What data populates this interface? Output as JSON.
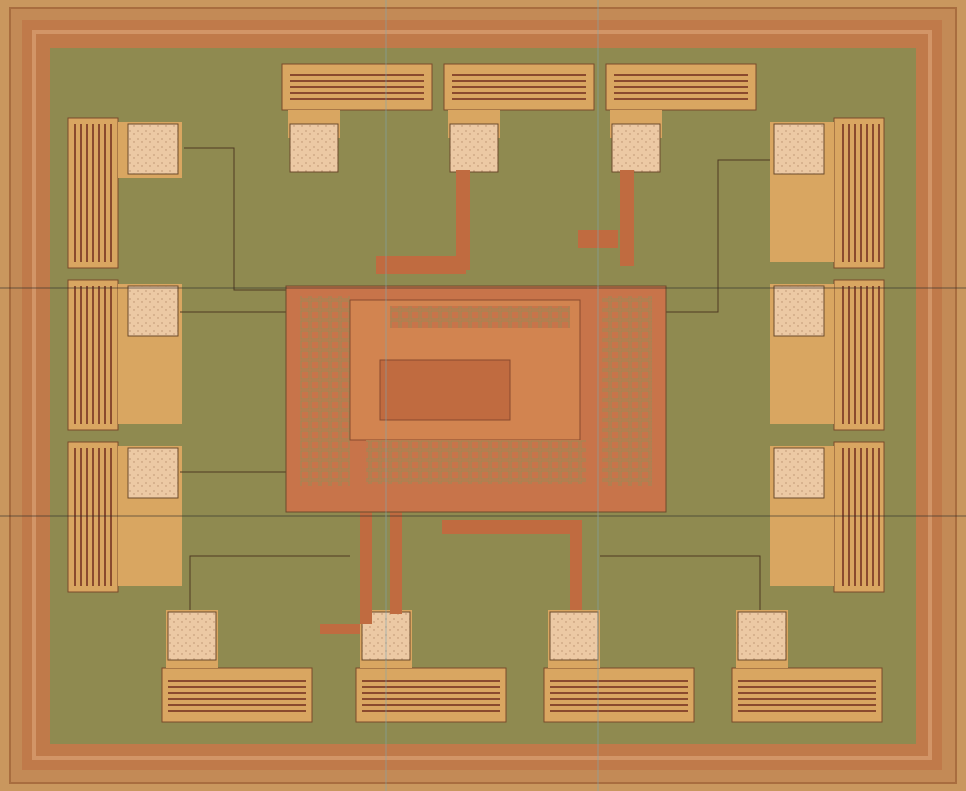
{
  "image": {
    "subject": "chip-die-micrograph",
    "colors": {
      "seal_ring": "#c07a4a",
      "substrate": "#8f8a50",
      "metal_gold": "#d9a661",
      "metal_dark": "#8a4a2e",
      "bond_pad": "#ecc9a4",
      "core": "#c8744a",
      "outer_frame": "#c9975e"
    },
    "pads": {
      "top_count": 3,
      "bottom_count": 4,
      "left_count": 3,
      "right_count": 3,
      "corner_pads": 2
    }
  }
}
